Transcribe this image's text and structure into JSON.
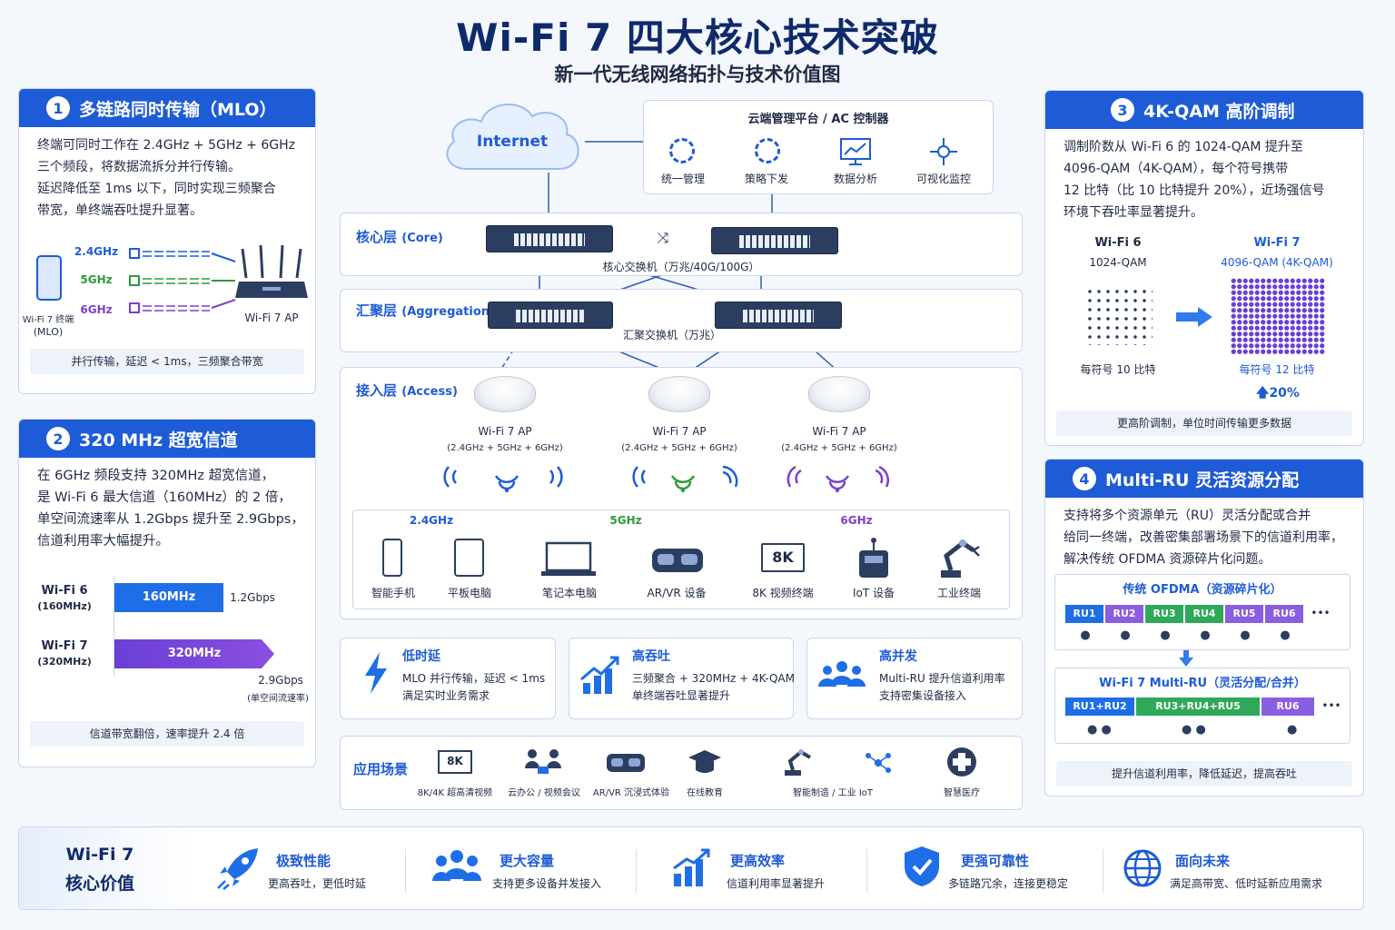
{
  "title": "Wi-Fi 7 四大核心技术突破",
  "subtitle": "新一代无线网络拓扑与技术价值图",
  "colors": {
    "primary": "#1e5bd6",
    "dark": "#0f2a6b",
    "green": "#2e9a3c",
    "purple": "#7b3fd0",
    "band24": "#1e5bd6",
    "band5": "#2e9a3c",
    "band6": "#7b3fd0"
  },
  "mlo": {
    "num": "1",
    "title": "多链路同时传输（MLO）",
    "text": "终端可同时工作在 2.4GHz + 5GHz + 6GHz\n三个频段，将数据流拆分并行传输。\n延迟降低至 1ms 以下，同时实现三频聚合\n带宽，单终端吞吐提升显著。",
    "band1": "2.4GHz",
    "band2": "5GHz",
    "band3": "6GHz",
    "terminal": "Wi-Fi 7 终端",
    "terminal_sub": "(MLO)",
    "ap": "Wi-Fi 7 AP",
    "footer": "并行传输，延迟 < 1ms，三频聚合带宽"
  },
  "channel": {
    "num": "2",
    "title": "320 MHz 超宽信道",
    "text": "在 6GHz 频段支持 320MHz 超宽信道，\n是 Wi-Fi 6 最大信道（160MHz）的 2 倍，\n单空间流速率从 1.2Gbps 提升至 2.9Gbps，\n信道利用率大幅提升。",
    "wifi6": "Wi-Fi 6",
    "wifi6_sub": "(160MHz)",
    "bar6": "160MHz",
    "rate6": "1.2Gbps",
    "wifi7": "Wi-Fi 7",
    "wifi7_sub": "(320MHz)",
    "bar7": "320MHz",
    "rate7": "2.9Gbps",
    "rate7_sub": "(单空间流速率)",
    "footer": "信道带宽翻倍，速率提升 2.4 倍"
  },
  "qam": {
    "num": "3",
    "title": "4K-QAM 高阶调制",
    "text": "调制阶数从 Wi-Fi 6 的 1024-QAM 提升至\n4096-QAM（4K-QAM），每个符号携带\n12 比特（比 10 比特提升 20%），近场强信号\n环境下吞吐率显著提升。",
    "wifi6": "Wi-Fi 6",
    "wifi6_sub": "1024-QAM",
    "wifi6_bits": "每符号 10 比特",
    "wifi7": "Wi-Fi 7",
    "wifi7_sub": "4096-QAM (4K-QAM)",
    "wifi7_bits": "每符号 12 比特",
    "gain": "20%",
    "footer": "更高阶调制，单位时间传输更多数据"
  },
  "multiru": {
    "num": "4",
    "title": "Multi-RU 灵活资源分配",
    "text": "支持将多个资源单元（RU）灵活分配或合并\n给同一终端，改善密集部署场景下的信道利用率，\n解决传统 OFDMA 资源碎片化问题。",
    "legacy_title": "传统 OFDMA（资源碎片化）",
    "legacy_rus": [
      "RU1",
      "RU2",
      "RU3",
      "RU4",
      "RU5",
      "RU6"
    ],
    "new_title": "Wi-Fi 7 Multi-RU（灵活分配/合并）",
    "new_rus": [
      "RU1+RU2",
      "RU3+RU4+RU5",
      "RU6"
    ],
    "more": "•••",
    "footer": "提升信道利用率，降低延迟，提高吞吐"
  },
  "topology": {
    "internet": "Internet",
    "cloud_title": "云端管理平台 / AC 控制器",
    "cloud_items": [
      "统一管理",
      "策略下发",
      "数据分析",
      "可视化监控"
    ],
    "core_label": "核心层",
    "core_sub": "(Core)",
    "core_caption": "核心交换机（万兆/40G/100G）",
    "agg_label": "汇聚层",
    "agg_sub": "(Aggregation)",
    "agg_caption": "汇聚交换机（万兆）",
    "access_label": "接入层",
    "access_sub": "(Access)",
    "ap_name": "Wi-Fi 7 AP",
    "ap_bands": "(2.4GHz + 5GHz + 6GHz)",
    "band1": "2.4GHz",
    "band2": "5GHz",
    "band3": "6GHz",
    "devices": [
      "智能手机",
      "平板电脑",
      "笔记本电脑",
      "AR/VR 设备",
      "8K 视频终端",
      "IoT 设备",
      "工业终端"
    ],
    "device_8k": "8K"
  },
  "features": [
    {
      "title": "低时延",
      "desc": "MLO 并行传输，延迟 < 1ms\n满足实时业务需求"
    },
    {
      "title": "高吞吐",
      "desc": "三频聚合 + 320MHz + 4K-QAM\n单终端吞吐显著提升"
    },
    {
      "title": "高并发",
      "desc": "Multi-RU 提升信道利用率\n支持密集设备接入"
    }
  ],
  "scenarios": {
    "label": "应用场景",
    "icon_8k": "8K",
    "items": [
      "8K/4K 超高清视频",
      "云办公 / 视频会议",
      "AR/VR 沉浸式体验",
      "在线教育",
      "智能制造 / 工业 IoT",
      "智慧医疗"
    ]
  },
  "core_value": {
    "title_line1": "Wi-Fi 7",
    "title_line2": "核心价值",
    "items": [
      {
        "title": "极致性能",
        "desc": "更高吞吐，更低时延"
      },
      {
        "title": "更大容量",
        "desc": "支持更多设备并发接入"
      },
      {
        "title": "更高效率",
        "desc": "信道利用率显著提升"
      },
      {
        "title": "更强可靠性",
        "desc": "多链路冗余，连接更稳定"
      },
      {
        "title": "面向未来",
        "desc": "满足高带宽、低时延新应用需求"
      }
    ]
  }
}
